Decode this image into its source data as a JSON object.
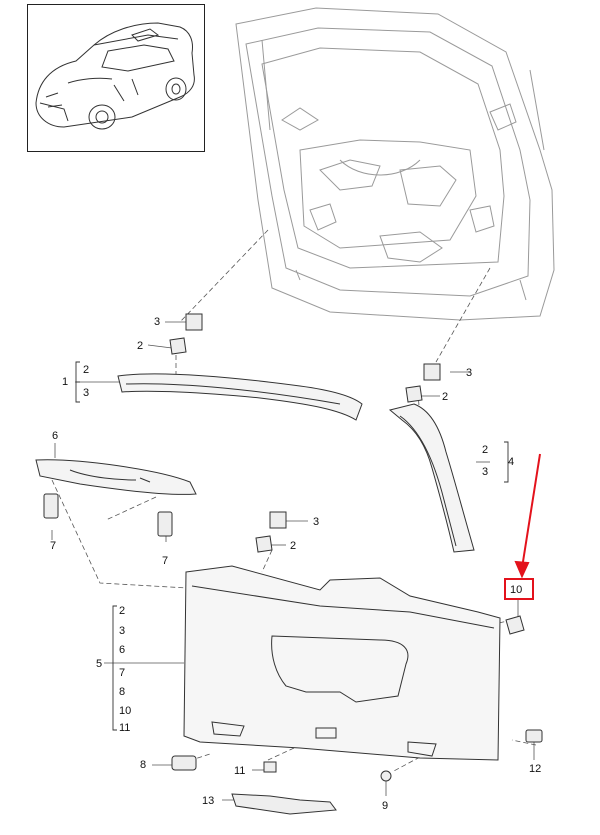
{
  "diagram": {
    "labels": {
      "l1": "1",
      "l2a": "2",
      "l3a": "3",
      "l3_top": "3",
      "l2_top": "2",
      "l3_right": "3",
      "l2_right": "2",
      "l4": "4",
      "l2b": "2",
      "l3b": "3",
      "l6": "6",
      "l7a": "7",
      "l7b": "7",
      "l3_mid": "3",
      "l2_mid": "2",
      "l10": "10",
      "l5": "5",
      "l5_2": "2",
      "l5_3": "3",
      "l5_6": "6",
      "l5_7": "7",
      "l5_8": "8",
      "l5_10": "10",
      "l5_11": "11",
      "l8": "8",
      "l11": "11",
      "l12": "12",
      "l9": "9",
      "l13": "13"
    },
    "highlight_color": "#e3121c",
    "line_color": "#555555"
  }
}
